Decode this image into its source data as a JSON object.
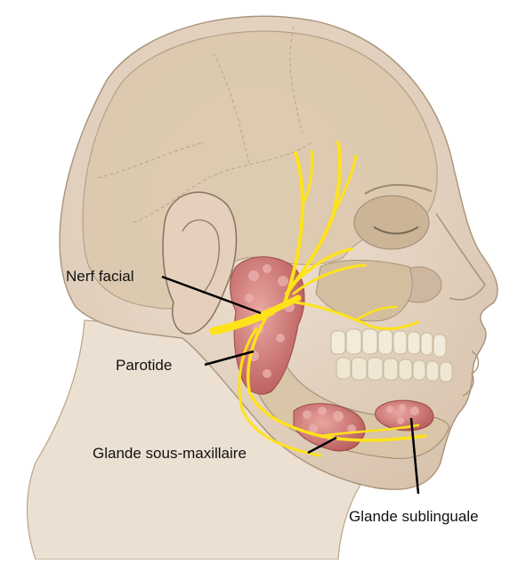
{
  "labels": {
    "facial_nerve": "Nerf facial",
    "parotid": "Parotide",
    "submandibular": "Glande sous-maxillaire",
    "sublingual": "Glande sublinguale"
  },
  "colors": {
    "skin": "#e8d6c4",
    "skin_shadow": "#cdb8a3",
    "skull": "#d9c6ac",
    "bone_line": "#b9a48a",
    "teeth": "#f1ead8",
    "nerve": "#ffe21a",
    "gland": "#d07070",
    "gland_light": "#e7a3a0",
    "leader": "#000000"
  }
}
